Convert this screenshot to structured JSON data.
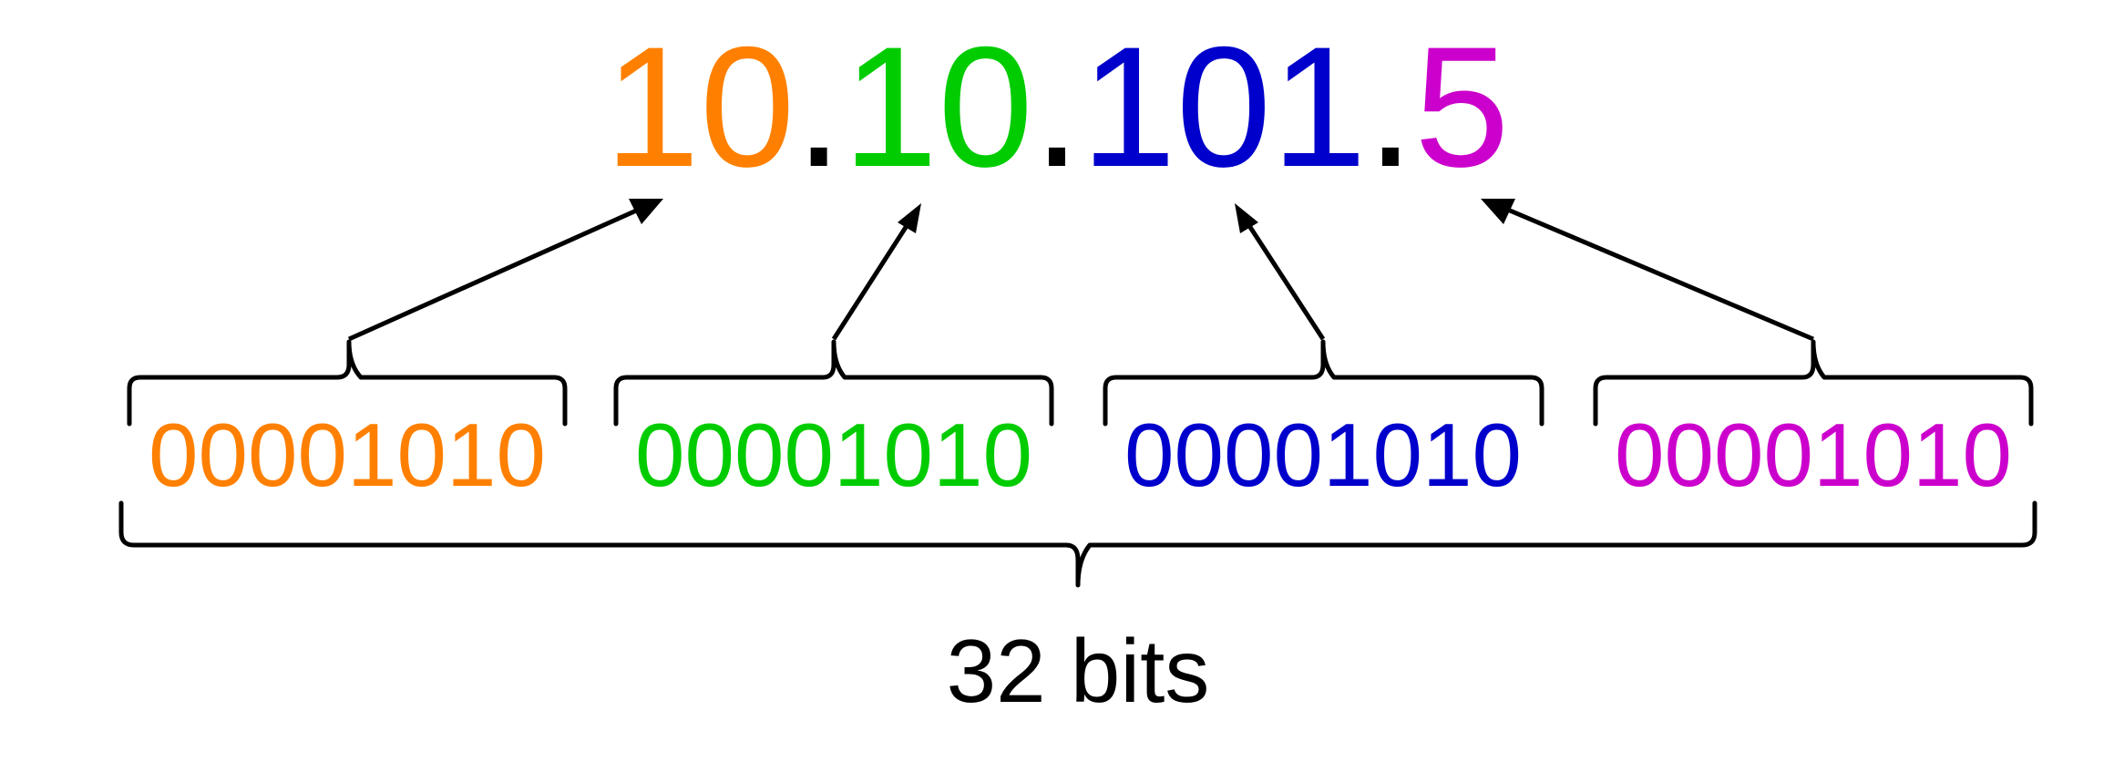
{
  "ip_address": {
    "octets": [
      {
        "text": "10",
        "color": "#FF8000"
      },
      {
        "text": "10",
        "color": "#00CC00"
      },
      {
        "text": "101",
        "color": "#0000CC"
      },
      {
        "text": "5",
        "color": "#CC00CC"
      }
    ],
    "separator": ".",
    "separator_color": "#000000"
  },
  "binary_octets": [
    {
      "text": "00001010",
      "color": "#FF8000"
    },
    {
      "text": "00001010",
      "color": "#00CC00"
    },
    {
      "text": "00001010",
      "color": "#0000CC"
    },
    {
      "text": "00001010",
      "color": "#CC00CC"
    }
  ],
  "total_label": "32 bits"
}
